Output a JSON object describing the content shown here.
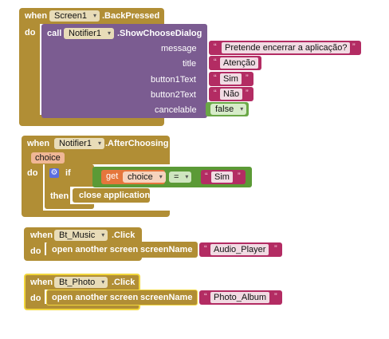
{
  "block1": {
    "when": "when",
    "component": "Screen1",
    "event": ".BackPressed",
    "do": "do",
    "call": "call",
    "call_component": "Notifier1",
    "method": ".ShowChooseDialog",
    "params": [
      "message",
      "title",
      "button1Text",
      "button2Text",
      "cancelable"
    ],
    "message": "Pretende encerrar a aplicação?",
    "title": "Atenção",
    "button1": "Sim",
    "button2": "Não",
    "cancelable": "false"
  },
  "block2": {
    "when": "when",
    "component": "Notifier1",
    "event": ".AfterChoosing",
    "param": "choice",
    "do": "do",
    "if": "if",
    "get": "get",
    "get_var": "choice",
    "operator": "=",
    "compare": "Sim",
    "then": "then",
    "action": "close application"
  },
  "block3": {
    "when": "when",
    "component": "Bt_Music",
    "event": ".Click",
    "do": "do",
    "action": "open another screen",
    "arg": "screenName",
    "value": "Audio_Player"
  },
  "block4": {
    "when": "when",
    "component": "Bt_Photo",
    "event": ".Click",
    "do": "do",
    "action": "open another screen",
    "arg": "screenName",
    "value": "Photo_Album"
  },
  "symbols": {
    "quote_open": "“",
    "quote_close": "”",
    "dropdown": "▾"
  },
  "colors": {
    "event": "#b18e35",
    "procedure": "#7b5c91",
    "text": "#b32c63",
    "logic": "#6aa746",
    "variable": "#e5763c",
    "selected_outline": "#f1d63d"
  }
}
